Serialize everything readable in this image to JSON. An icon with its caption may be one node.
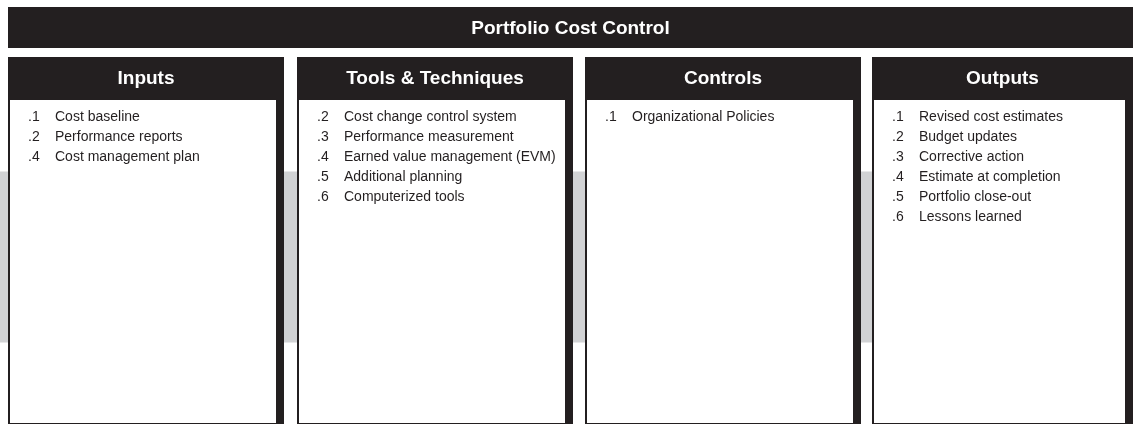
{
  "diagram": {
    "title": "Portfolio Cost Control",
    "nodes": [
      {
        "text": [
          "Inputs",
          ".1 Cost baseline",
          ".2 Performance reports",
          ".4 Cost management plan"
        ]
      },
      {
        "text": [
          "Tools & Techniques",
          ".2 Cost change control system",
          ".3 Performance measurement",
          ".4 Earned value management (EVM)",
          ".5 Additional planning",
          ".6 Computerized tools"
        ]
      },
      {
        "text": [
          "Controls",
          ".1 Organizational Policies"
        ]
      },
      {
        "text": [
          "Outputs",
          ".1 Revised cost estimates",
          ".2 Budget updates",
          ".3 Corrective action",
          ".4 Estimate at completion",
          ".5 Portfolio close-out",
          ".6 Lessons learned"
        ]
      }
    ],
    "edges": [
      {
        "from": null,
        "to": 0,
        "arrow": "none"
      },
      {
        "from": 0,
        "to": 1,
        "arrow": "none"
      },
      {
        "from": 1,
        "to": 2,
        "arrow": "none"
      },
      {
        "from": 2,
        "to": 3,
        "arrow": "none"
      }
    ]
  }
}
